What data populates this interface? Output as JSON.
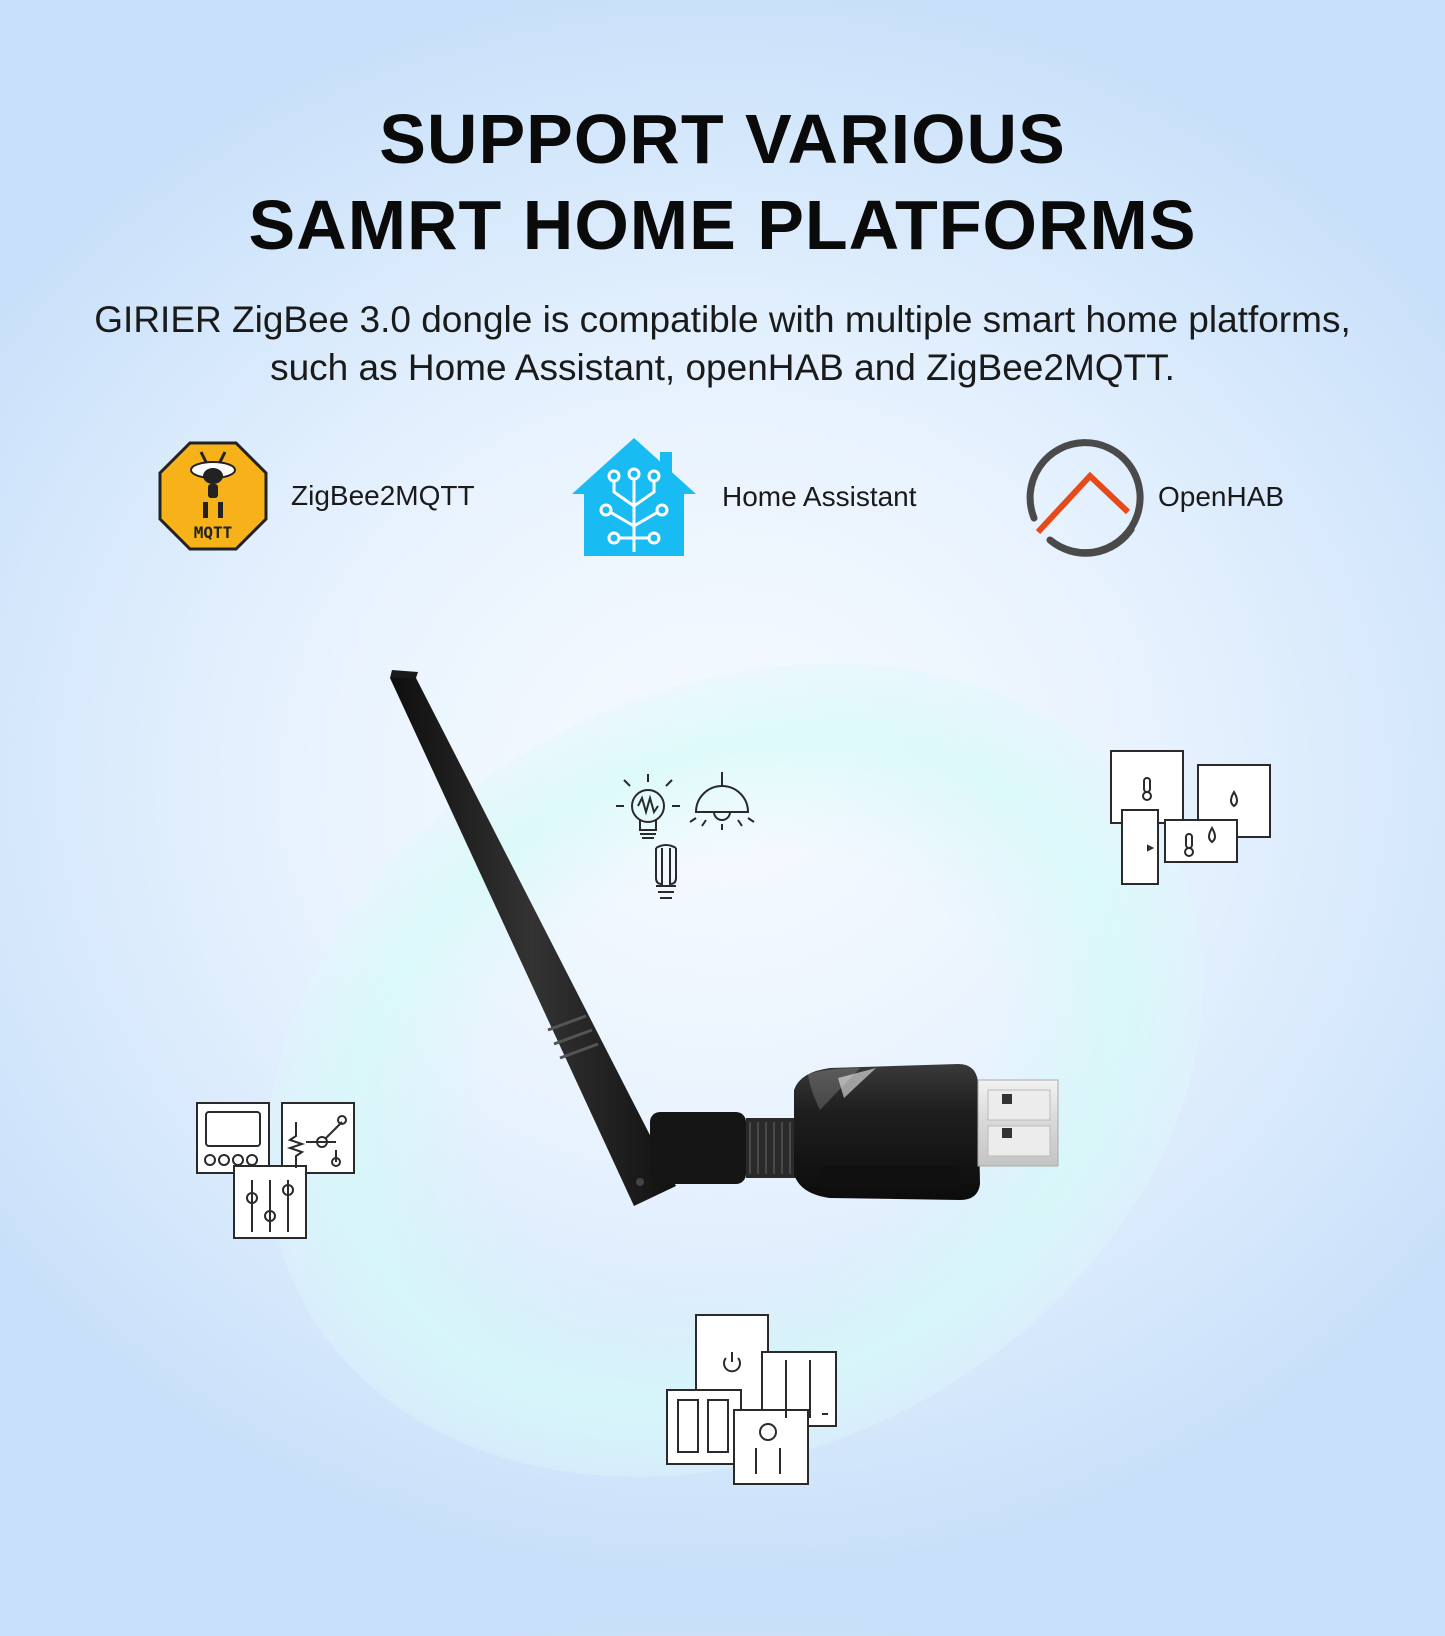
{
  "headline": {
    "line1": "SUPPORT VARIOUS",
    "line2": "SAMRT HOME PLATFORMS"
  },
  "description": {
    "line1": "GIRIER ZigBee 3.0 dongle is compatible with multiple smart home platforms,",
    "line2": "such as Home Assistant, openHAB and ZigBee2MQTT."
  },
  "platforms": [
    {
      "label": "ZigBee2MQTT",
      "logo_text": "MQTT",
      "icon": "zigbee2mqtt-bee-logo",
      "color": "#f7b21a"
    },
    {
      "label": "Home Assistant",
      "icon": "home-assistant-logo",
      "color": "#18bcf2"
    },
    {
      "label": "OpenHAB",
      "icon": "openhab-logo",
      "color": "#e64a19"
    }
  ],
  "device_icons": [
    "smart-bulbs-icon",
    "sensors-icon",
    "control-panels-icon",
    "wall-switches-icon"
  ],
  "product": "zigbee-usb-dongle-with-antenna",
  "colors": {
    "background": "#d2e6fb",
    "glow": "#d6faf8",
    "dongle": "#1b1b1b"
  }
}
